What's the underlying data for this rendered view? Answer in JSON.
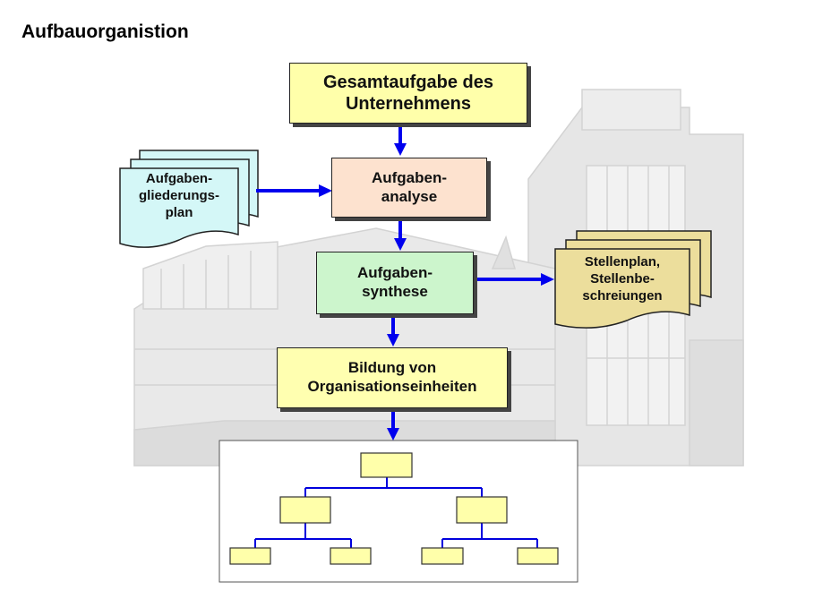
{
  "title": "Aufbauorganistion",
  "nodes": {
    "gesamtaufgabe": "Gesamtaufgabe des\nUnternehmens",
    "analyse": "Aufgaben-\nanalyse",
    "synthese": "Aufgaben-\nsynthese",
    "bildung": "Bildung von\nOrganisationseinheiten"
  },
  "documents": {
    "gliederungsplan": "Aufgaben-\ngliederungs-\nplan",
    "stellenplan": "Stellenplan,\nStellenbe-\nschreiungen"
  },
  "colors": {
    "arrow": "#0000ee",
    "gesamtaufgabe_fill": "#ffffaa",
    "analyse_fill": "#fde2cf",
    "synthese_fill": "#ccf5cc",
    "bildung_fill": "#ffffb0",
    "gliederungsplan_fill": "#d4f7f7",
    "stellenplan_fill": "#ecde9c",
    "org_box_fill": "#ffffaa",
    "org_line": "#0000dd"
  }
}
